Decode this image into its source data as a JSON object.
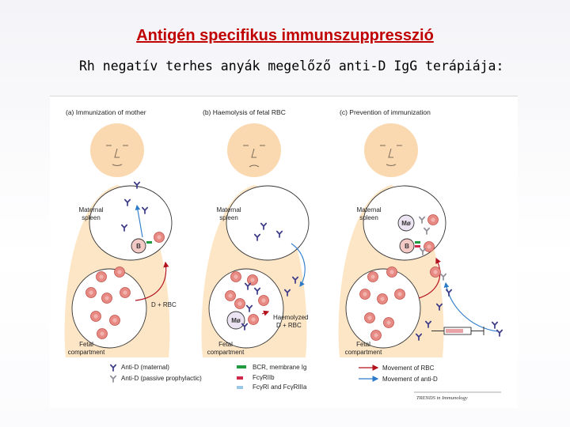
{
  "slide": {
    "title": "Antigén specifikus immunszuppresszió",
    "subtitle": "Rh negatív terhes anyák megelőző anti-D IgG terápiája:"
  },
  "figure": {
    "panels": [
      {
        "heading": "(a) Immunization of mother",
        "spleen_label_1": "Maternal",
        "spleen_label_2": "spleen",
        "b_cell": "B",
        "fetal_label_1": "Fetal",
        "fetal_label_2": "compartment",
        "flow_label": "D + RBC"
      },
      {
        "heading": "(b) Haemolysis of fetal RBC",
        "spleen_label_1": "Maternal",
        "spleen_label_2": "spleen",
        "macrophage": "Mø",
        "fetal_label_1": "Fetal",
        "fetal_label_2": "compartment",
        "flow_label_1": "Haemolyzed",
        "flow_label_2": "D + RBC"
      },
      {
        "heading": "(c) Prevention of immunization",
        "spleen_label_1": "Maternal",
        "spleen_label_2": "spleen",
        "macrophage": "Mø",
        "b_cell": "B",
        "fetal_label_1": "Fetal",
        "fetal_label_2": "compartment"
      }
    ],
    "legend": {
      "col1": [
        "Anti-D (maternal)",
        "Anti-D (passive prophylactic)"
      ],
      "col2": [
        "BCR, membrane Ig",
        "FcγRIIb",
        "FcγRI and FcγRIIIa"
      ],
      "col3": [
        "Movement of RBC",
        "Movement of anti-D"
      ]
    },
    "credit": "TRENDS in Immunology",
    "colors": {
      "head": "#fbd9b0",
      "body": "#fde6c6",
      "rbc": "#e88a84",
      "rbc_border": "#c2504a",
      "maternal_antibody": "#3c3a88",
      "passive_antibody": "#8f8f98",
      "bcr_marker": "#1f9a3c",
      "fcgr2b_marker": "#d0284a",
      "fcgr1_marker": "#9cc7e6",
      "rbc_movement": "#b3121c",
      "antid_movement": "#2b7ac9"
    }
  }
}
